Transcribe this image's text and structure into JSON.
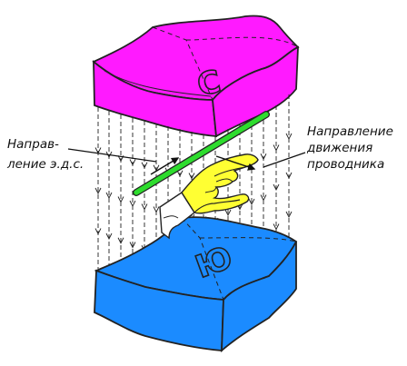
{
  "poles": {
    "top": "С",
    "bottom": "Ю"
  },
  "labels": {
    "emf_line1": "Направ-",
    "emf_line2": "ление э.д.с.",
    "motion_line1": "Направление",
    "motion_line2": "движения",
    "motion_line3": "проводника"
  },
  "colors": {
    "top_magnet": "#ff1aff",
    "bottom_magnet": "#1b8bff",
    "conductor": "#2edc2e",
    "hand": "#ffff33"
  }
}
